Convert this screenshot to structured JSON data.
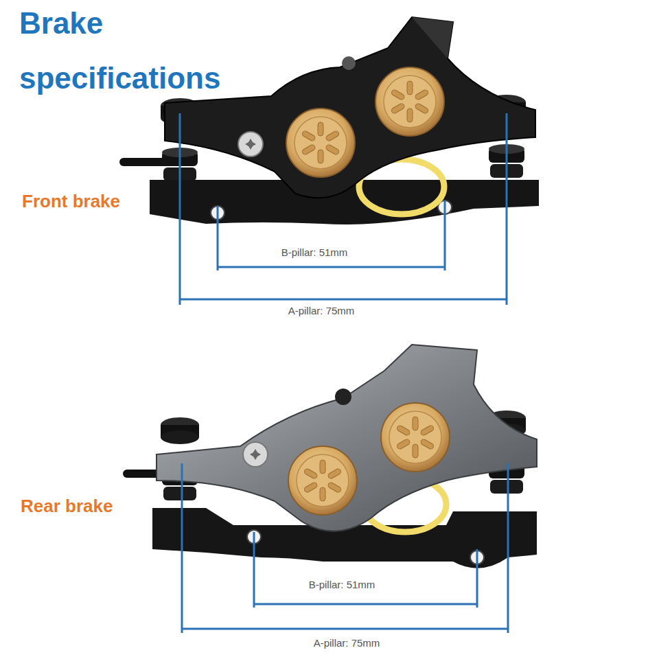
{
  "diagram": {
    "title": "Brake specifications",
    "labels": [
      "Front brake",
      "B-pillar: 51mm",
      "A-pillar: 75mm",
      "Rear brake",
      "B-pillar: 51mm",
      "A-pillar: 75mm"
    ]
  }
}
